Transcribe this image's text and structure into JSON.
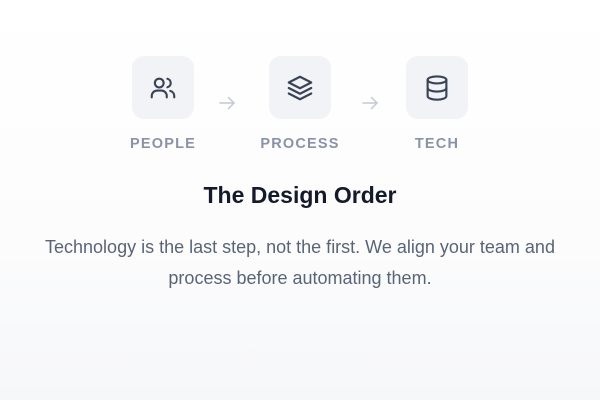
{
  "steps": [
    {
      "label": "PEOPLE",
      "icon": "users-icon"
    },
    {
      "label": "PROCESS",
      "icon": "layers-icon"
    },
    {
      "label": "TECH",
      "icon": "database-icon"
    }
  ],
  "title": "The Design Order",
  "description": "Technology is the last step, not the first. We align your team and process before automating them.",
  "colors": {
    "tile_bg": "#f2f3f6",
    "icon_stroke": "#3a4255",
    "label": "#8a93a6",
    "arrow": "#c3c8d2",
    "title": "#141a2b",
    "body_text": "#5a6478"
  }
}
